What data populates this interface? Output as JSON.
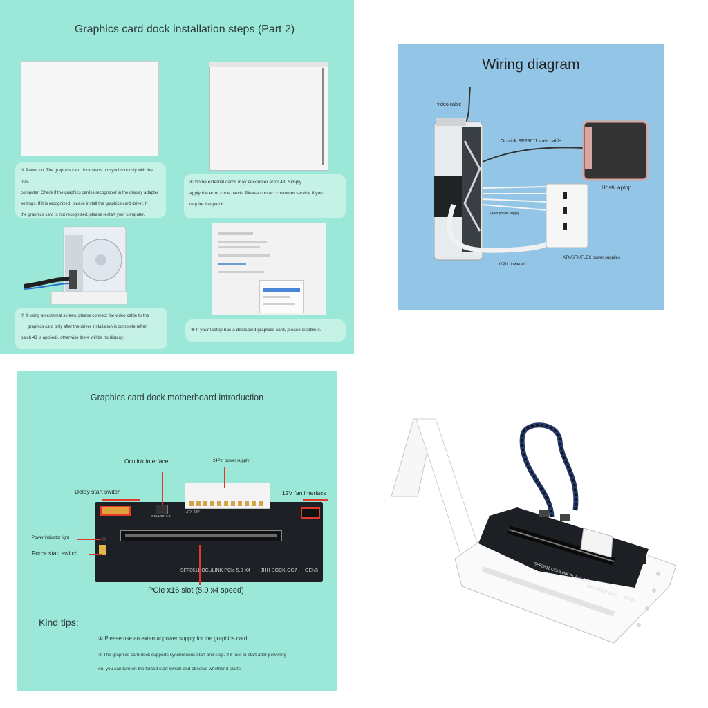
{
  "steps_panel": {
    "title": "Graphics card dock installation steps (Part 2)",
    "step5": [
      "⑤ Power on. The graphics card dock starts up synchronously with the host",
      "computer. Check if the graphics card is recognized in the display adapter",
      "settings. If it is recognized, please install the graphics card driver. If",
      "the graphics card is not recognized, please restart your computer."
    ],
    "step6": [
      "⑥ Some external            cards may encounter error 43. Simply",
      "apply the error code patch. Please contact customer service if you",
      "require the patch."
    ],
    "step7": [
      "⑦ If using an external screen, please connect the video cable to the",
      "graphics card only after the driver installation is complete (after",
      "patch 43 is applied), otherwise there will be no display."
    ],
    "step8": "⑧ If your laptop has a dedicated graphics card, please disable it."
  },
  "wiring_panel": {
    "title": "Wiring diagram",
    "labels": {
      "video_cable": "video cable",
      "oculink": "Oculink SFF8611 data cable",
      "host": "Host\\Laptop",
      "pin24": "24pin power supply",
      "gpu_powered": "GPU powered",
      "psu": "ATX/SFX/FLEX power supplies"
    }
  },
  "mobo_panel": {
    "title": "Graphics card dock motherboard introduction",
    "callouts": {
      "oculink": "Oculink interface",
      "pin24": "24Pin power supply",
      "delay": "Delay start switch",
      "fan": "12V fan interface",
      "power_light": "Power indicator light",
      "force": "Force start switch",
      "pcie": "PCIe x16 slot (5.0 x4 speed)"
    },
    "board_print": {
      "silk": "SFF8611 OCULINK  PCIe 5.0  X4",
      "model": "JHH DOCK-OC7",
      "gen": "GEN5",
      "atx": "ATX 24P",
      "oculink": "OCULINK 5.0"
    },
    "tips_title": "Kind tips:",
    "tips": [
      "① Please use an external power supply for the graphics card.",
      "② The graphics card dock supports synchronous start and stop. If it fails to start after powering",
      "on, you can turn on the forced start switch and observe whether it starts."
    ]
  },
  "product_photo": {
    "silk": "SFF8611 OCULINK  PCIe 5.0  X4",
    "model": "JHH DOCK-OC7",
    "gen": "GEN5"
  },
  "colors": {
    "mint": "#9be8d8",
    "sky": "#93c6e6",
    "board": "#1d2125",
    "callout_red": "#e23a2a"
  }
}
